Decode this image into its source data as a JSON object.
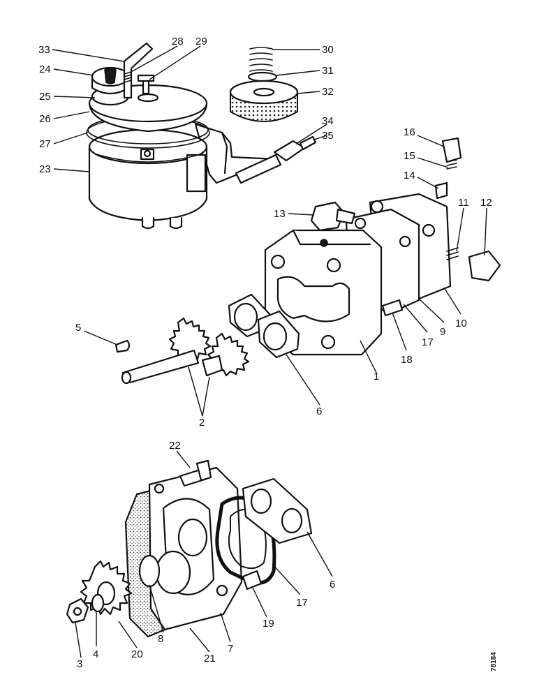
{
  "diagram": {
    "labels": [
      {
        "id": "33",
        "text": "33"
      },
      {
        "id": "28",
        "text": "28"
      },
      {
        "id": "29",
        "text": "29"
      },
      {
        "id": "30",
        "text": "30"
      },
      {
        "id": "24",
        "text": "24"
      },
      {
        "id": "31",
        "text": "31"
      },
      {
        "id": "25",
        "text": "25"
      },
      {
        "id": "32",
        "text": "32"
      },
      {
        "id": "26",
        "text": "26"
      },
      {
        "id": "34",
        "text": "34"
      },
      {
        "id": "27",
        "text": "27"
      },
      {
        "id": "35",
        "text": "35"
      },
      {
        "id": "16",
        "text": "16"
      },
      {
        "id": "23",
        "text": "23"
      },
      {
        "id": "15",
        "text": "15"
      },
      {
        "id": "14",
        "text": "14"
      },
      {
        "id": "11",
        "text": "11"
      },
      {
        "id": "12",
        "text": "12"
      },
      {
        "id": "13",
        "text": "13"
      },
      {
        "id": "10",
        "text": "10"
      },
      {
        "id": "5",
        "text": "5"
      },
      {
        "id": "9",
        "text": "9"
      },
      {
        "id": "17a",
        "text": "17"
      },
      {
        "id": "18",
        "text": "18"
      },
      {
        "id": "1",
        "text": "1"
      },
      {
        "id": "6a",
        "text": "6"
      },
      {
        "id": "2",
        "text": "2"
      },
      {
        "id": "22",
        "text": "22"
      },
      {
        "id": "6b",
        "text": "6"
      },
      {
        "id": "17b",
        "text": "17"
      },
      {
        "id": "19",
        "text": "19"
      },
      {
        "id": "7",
        "text": "7"
      },
      {
        "id": "8",
        "text": "8"
      },
      {
        "id": "3",
        "text": "3"
      },
      {
        "id": "4",
        "text": "4"
      },
      {
        "id": "20",
        "text": "20"
      },
      {
        "id": "21",
        "text": "21"
      }
    ],
    "ref_code": "78184"
  }
}
